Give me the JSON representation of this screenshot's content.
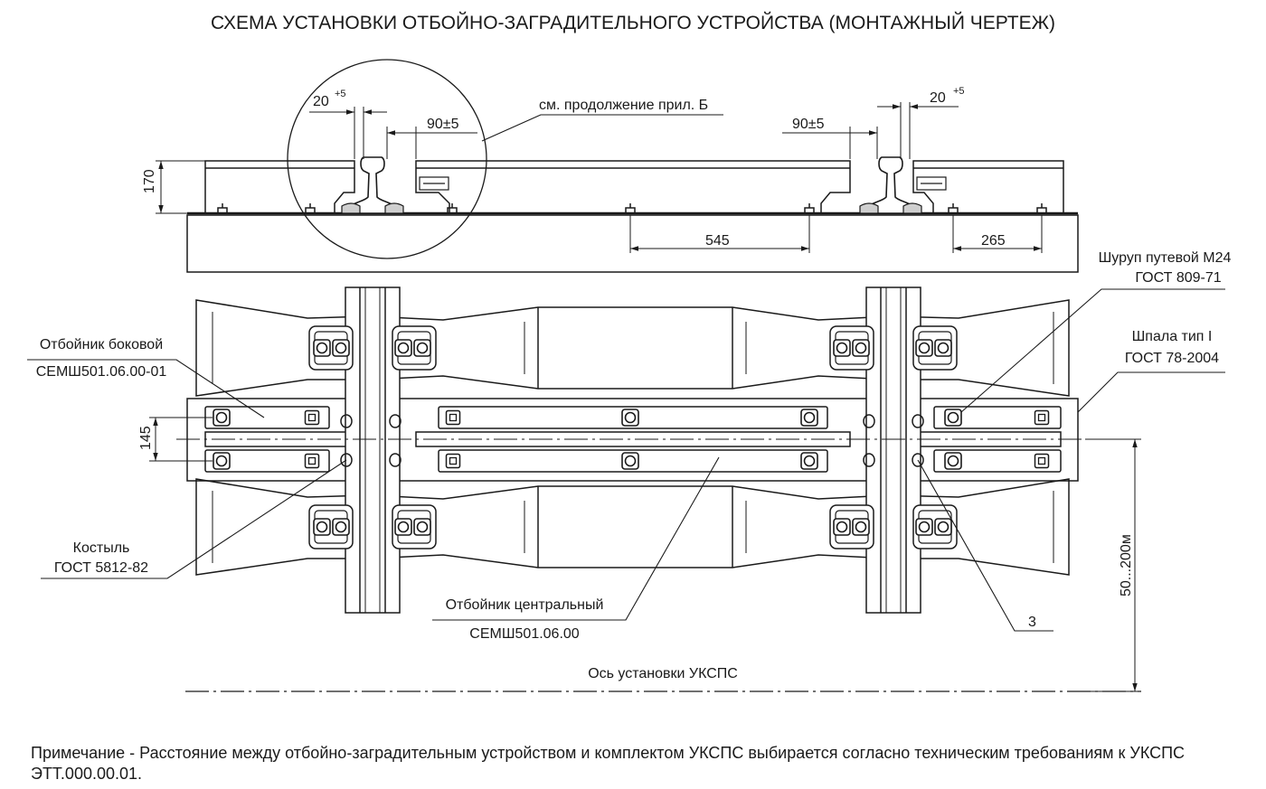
{
  "title": "СХЕМА УСТАНОВКИ ОТБОЙНО-ЗАГРАДИТЕЛЬНОГО УСТРОЙСТВА (МОНТАЖНЫЙ  ЧЕРТЕЖ)",
  "section_view": {
    "continuation_ref": "см. продолжение прил. Б",
    "dims": {
      "height": "170",
      "gap_left_base": "20",
      "gap_left_sup": "+5",
      "gap_right_base": "20",
      "gap_right_sup": "+5",
      "offset_left": "90±5",
      "offset_right": "90±5",
      "spacing_mid": "545",
      "spacing_right": "265"
    }
  },
  "plan_view": {
    "dims": {
      "width_145": "145",
      "distance_axis": "50...200м"
    },
    "callouts": {
      "side_guard_name": "Отбойник боковой",
      "side_guard_code": "СЕМШ501.06.00-01",
      "spike_name": "Костыль",
      "spike_standard": "ГОСТ 5812-82",
      "screw_name": "Шуруп путевой М24",
      "screw_standard": "ГОСТ 809-71",
      "sleeper_name": "Шпала тип I",
      "sleeper_standard": "ГОСТ 78-2004",
      "central_guard_name": "Отбойник центральный",
      "central_guard_code": "СЕМШ501.06.00",
      "item_3": "3",
      "axis_label": "Ось  установки  УКСПС"
    }
  },
  "note": "Примечание - Расстояние между отбойно-заградительным устройством и комплектом УКСПС выбирается согласно техническим требованиям к УКСПС  ЭТТ.000.00.01.",
  "colors": {
    "ink": "#1a1a1a",
    "background": "#ffffff"
  }
}
